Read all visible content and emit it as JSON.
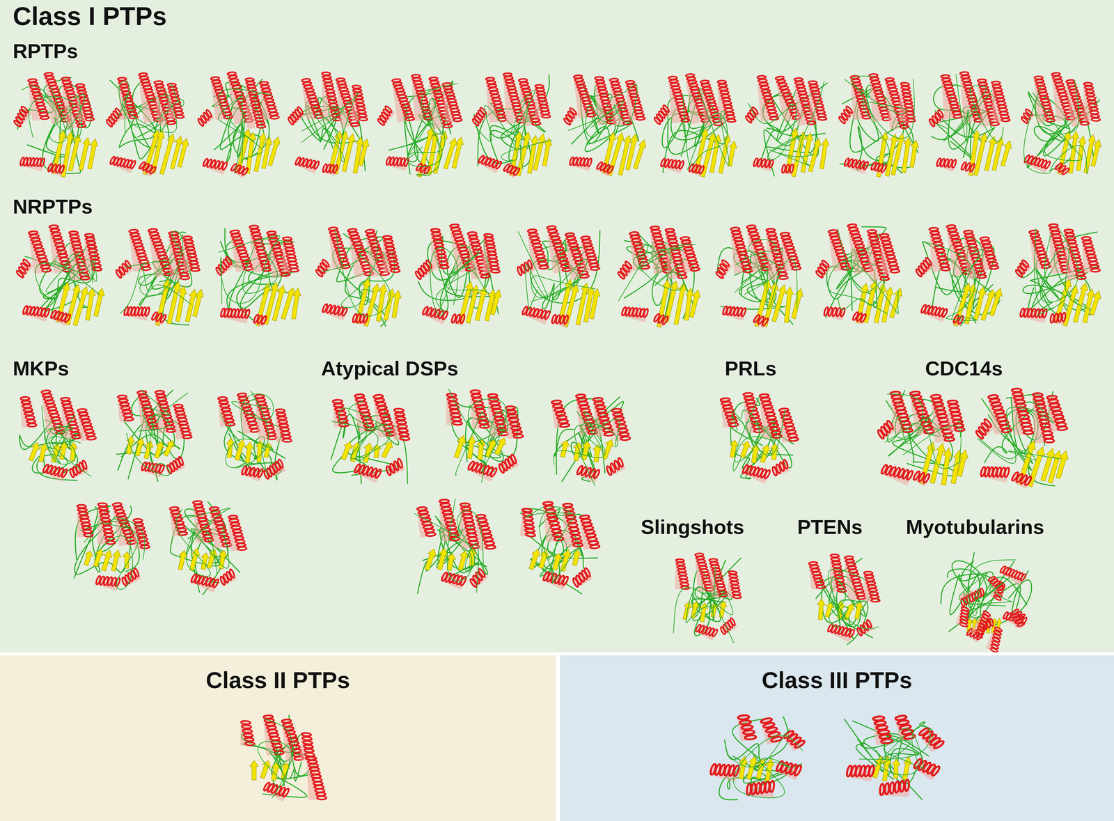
{
  "diagram": {
    "nodes": [
      {
        "text": [
          "Class I PTPs"
        ]
      },
      {
        "text": [
          "Class II PTPs"
        ]
      },
      {
        "text": [
          "Class III PTPs"
        ]
      }
    ],
    "labels": [
      "RPTPs",
      "NRPTPs",
      "MKPs",
      "Atypical DSPs",
      "PRLs",
      "CDC14s",
      "Slingshots",
      "PTENs",
      "Myotubularins"
    ]
  }
}
